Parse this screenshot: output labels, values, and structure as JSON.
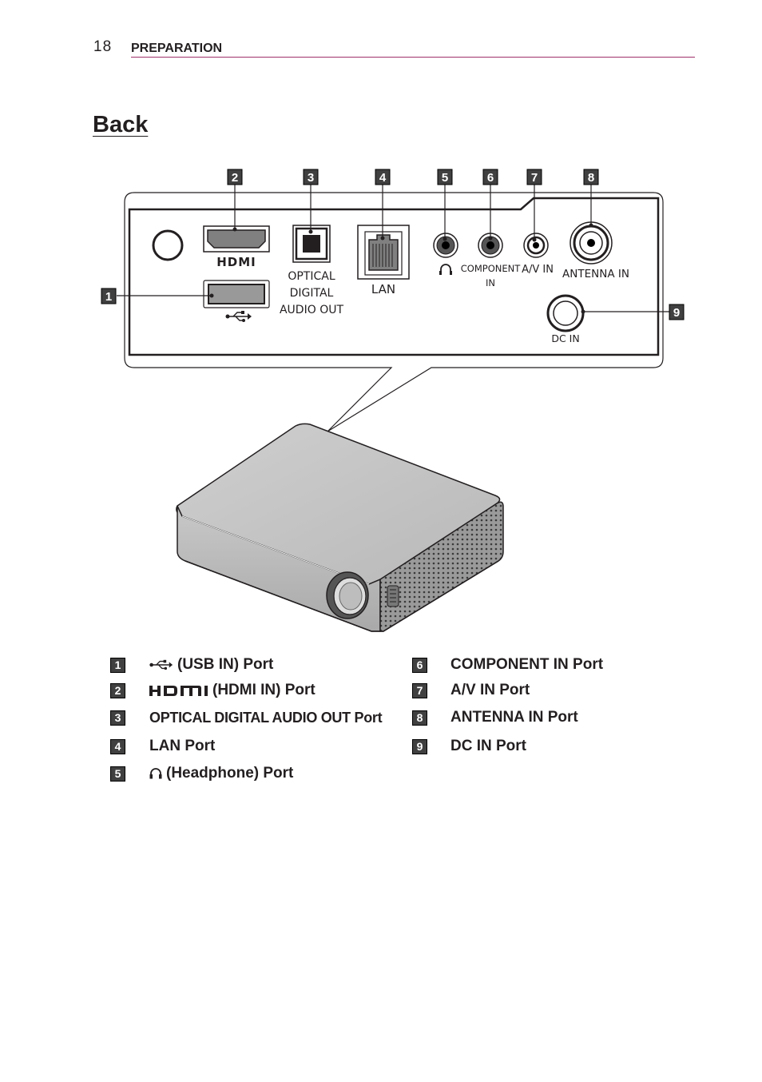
{
  "header": {
    "page_number": "18",
    "section": "PREPARATION"
  },
  "title": "Back",
  "panel_labels": {
    "hdmi": "HDMI",
    "optical_1": "OPTICAL",
    "optical_2": "DIGITAL",
    "optical_3": "AUDIO OUT",
    "lan": "LAN",
    "component_1": "COMPONENT",
    "component_2": "IN",
    "av_in": "A/V IN",
    "antenna_in": "ANTENNA IN",
    "dc_in": "DC IN"
  },
  "callouts": [
    "1",
    "2",
    "3",
    "4",
    "5",
    "6",
    "7",
    "8",
    "9"
  ],
  "legend": [
    {
      "num": "1",
      "icon": "usb-icon",
      "text": "(USB IN) Port"
    },
    {
      "num": "2",
      "icon": "hdmi-logo",
      "text": "(HDMI IN) Port"
    },
    {
      "num": "3",
      "icon": "",
      "text": "OPTICAL DIGITAL AUDIO OUT Port"
    },
    {
      "num": "4",
      "icon": "",
      "text": "LAN Port"
    },
    {
      "num": "5",
      "icon": "headphone-icon",
      "text": "(Headphone) Port"
    },
    {
      "num": "6",
      "icon": "",
      "text": "COMPONENT IN Port"
    },
    {
      "num": "7",
      "icon": "",
      "text": "A/V IN Port"
    },
    {
      "num": "8",
      "icon": "",
      "text": "ANTENNA IN Port"
    },
    {
      "num": "9",
      "icon": "",
      "text": "DC IN Port"
    }
  ],
  "colors": {
    "header_rule": "#a0306b",
    "badge": "#404041",
    "text": "#231f20"
  }
}
